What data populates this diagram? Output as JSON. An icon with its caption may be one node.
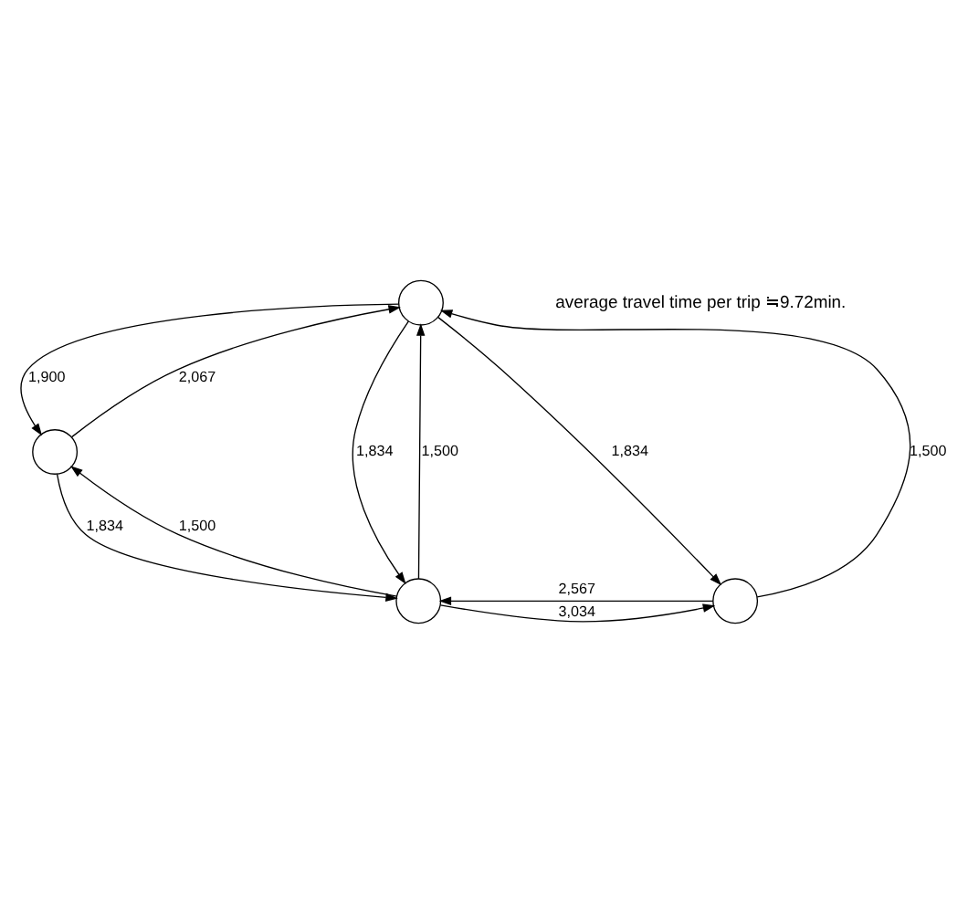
{
  "diagram": {
    "nodes": [
      {
        "text": [],
        "shape": "circle"
      },
      {
        "text": [],
        "shape": "circle"
      },
      {
        "text": [],
        "shape": "circle"
      },
      {
        "text": [],
        "shape": "circle"
      }
    ],
    "edges": [
      {
        "from": 0,
        "to": 1,
        "arrow": "to",
        "label": "1,900"
      },
      {
        "from": 1,
        "to": 0,
        "arrow": "to",
        "label": "2,067"
      },
      {
        "from": 2,
        "to": 0,
        "arrow": "to",
        "label": "1,500"
      },
      {
        "from": 0,
        "to": 2,
        "arrow": "to",
        "label": "1,834"
      },
      {
        "from": 3,
        "to": 0,
        "arrow": "to",
        "label": "1,500"
      },
      {
        "from": 0,
        "to": 3,
        "arrow": "to",
        "label": "1,834"
      },
      {
        "from": 3,
        "to": 1,
        "arrow": "to",
        "label": "1,500"
      },
      {
        "from": 1,
        "to": 3,
        "arrow": "to",
        "label": "1,834"
      },
      {
        "from": 2,
        "to": 3,
        "arrow": "to",
        "label": "2,567"
      },
      {
        "from": 3,
        "to": 2,
        "arrow": "to",
        "label": "3,034"
      }
    ],
    "labels": [
      "average travel time per trip ≒9.72min."
    ]
  }
}
